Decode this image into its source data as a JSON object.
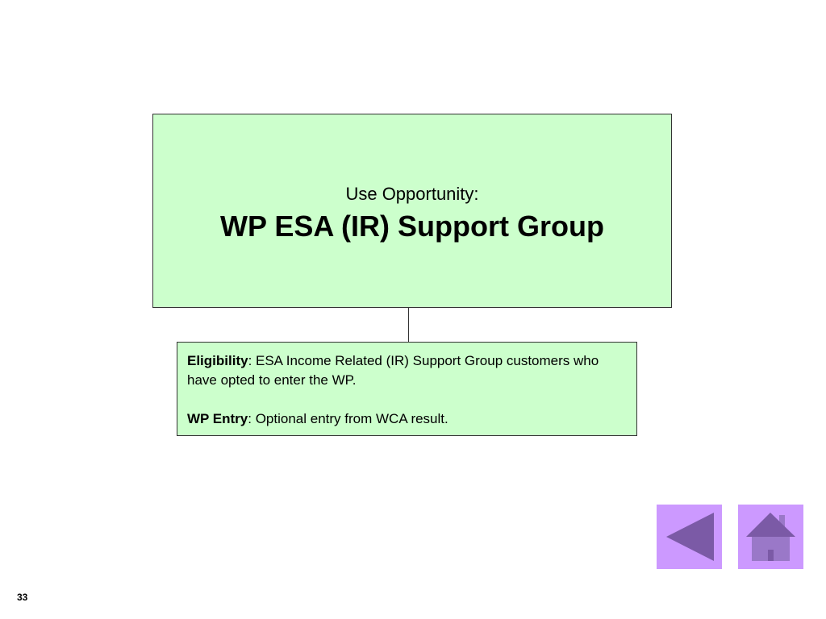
{
  "main_box": {
    "subtitle": "Use Opportunity:",
    "title": "WP ESA (IR) Support Group"
  },
  "detail_box": {
    "eligibility_label": "Eligibility",
    "eligibility_text": ": ESA Income Related (IR) Support Group customers who have opted to enter the WP.",
    "entry_label": "WP Entry",
    "entry_text": ": Optional entry from WCA result."
  },
  "nav": {
    "back_icon": "back-arrow-icon",
    "home_icon": "home-icon",
    "button_color": "#cc99ff",
    "icon_color": "#7b5aa6"
  },
  "colors": {
    "box_fill": "#ccffcc",
    "box_border": "#333333"
  },
  "page_number": "33"
}
